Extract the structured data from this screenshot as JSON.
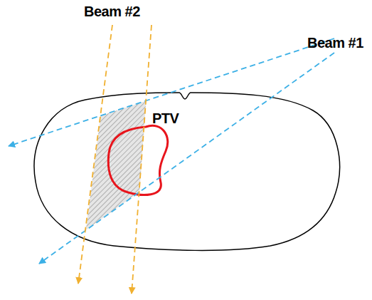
{
  "diagram": {
    "labels": [
      "Beam #2",
      "Beam #1",
      "PTV"
    ]
  }
}
